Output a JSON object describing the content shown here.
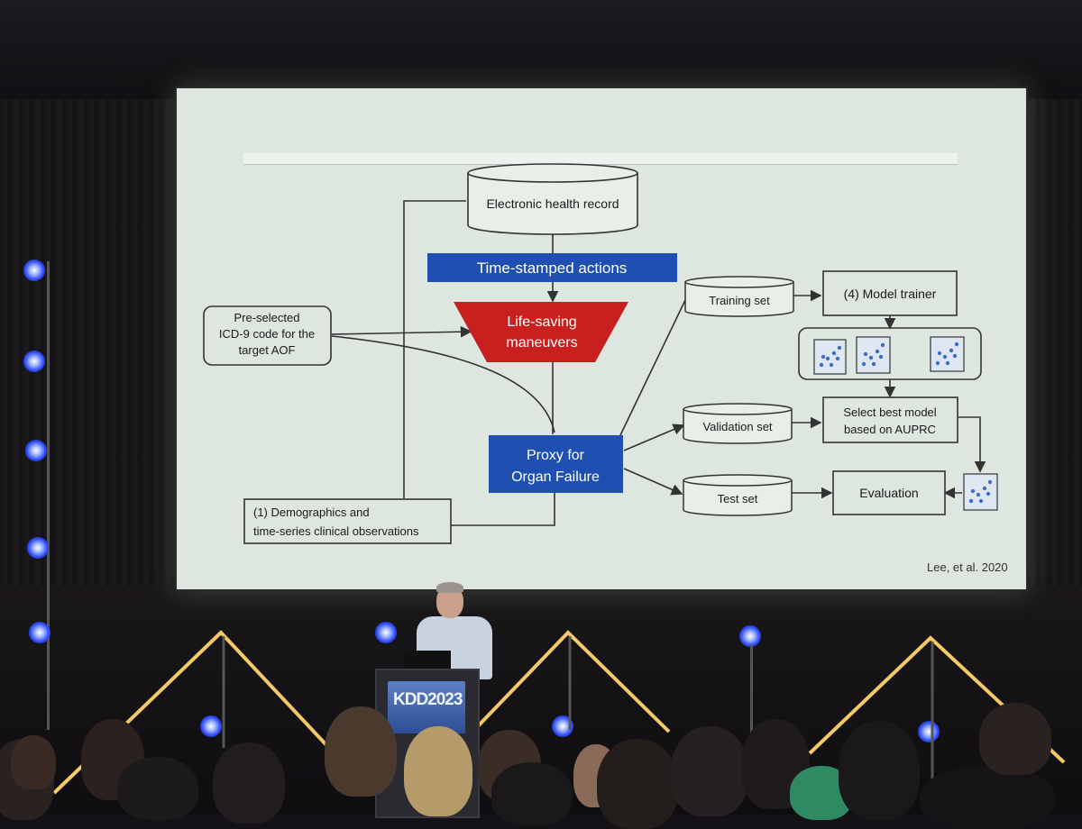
{
  "slide": {
    "ehr": "Electronic health record",
    "timestamped": "Time-stamped actions",
    "lifesaving": [
      "Life-saving",
      "maneuvers"
    ],
    "preselected": [
      "Pre-selected",
      "ICD-9 code for the",
      "target AOF"
    ],
    "proxy": [
      "Proxy for",
      "Organ Failure"
    ],
    "demographics": [
      "(1) Demographics and",
      "time-series clinical observations"
    ],
    "training": "Training set",
    "validation": "Validation set",
    "test": "Test set",
    "trainer": "(4) Model trainer",
    "select_best": [
      "Select best model",
      "based on AUPRC"
    ],
    "evaluation": "Evaluation",
    "citation": "Lee, et al. 2020"
  },
  "podium": {
    "sign": "KDD2023"
  },
  "colors": {
    "screen": "#dde6df",
    "accent_blue": "#1f4fb0",
    "accent_red": "#c8201e",
    "led": "#ffd36e",
    "stage_light": "#3a5cff"
  }
}
